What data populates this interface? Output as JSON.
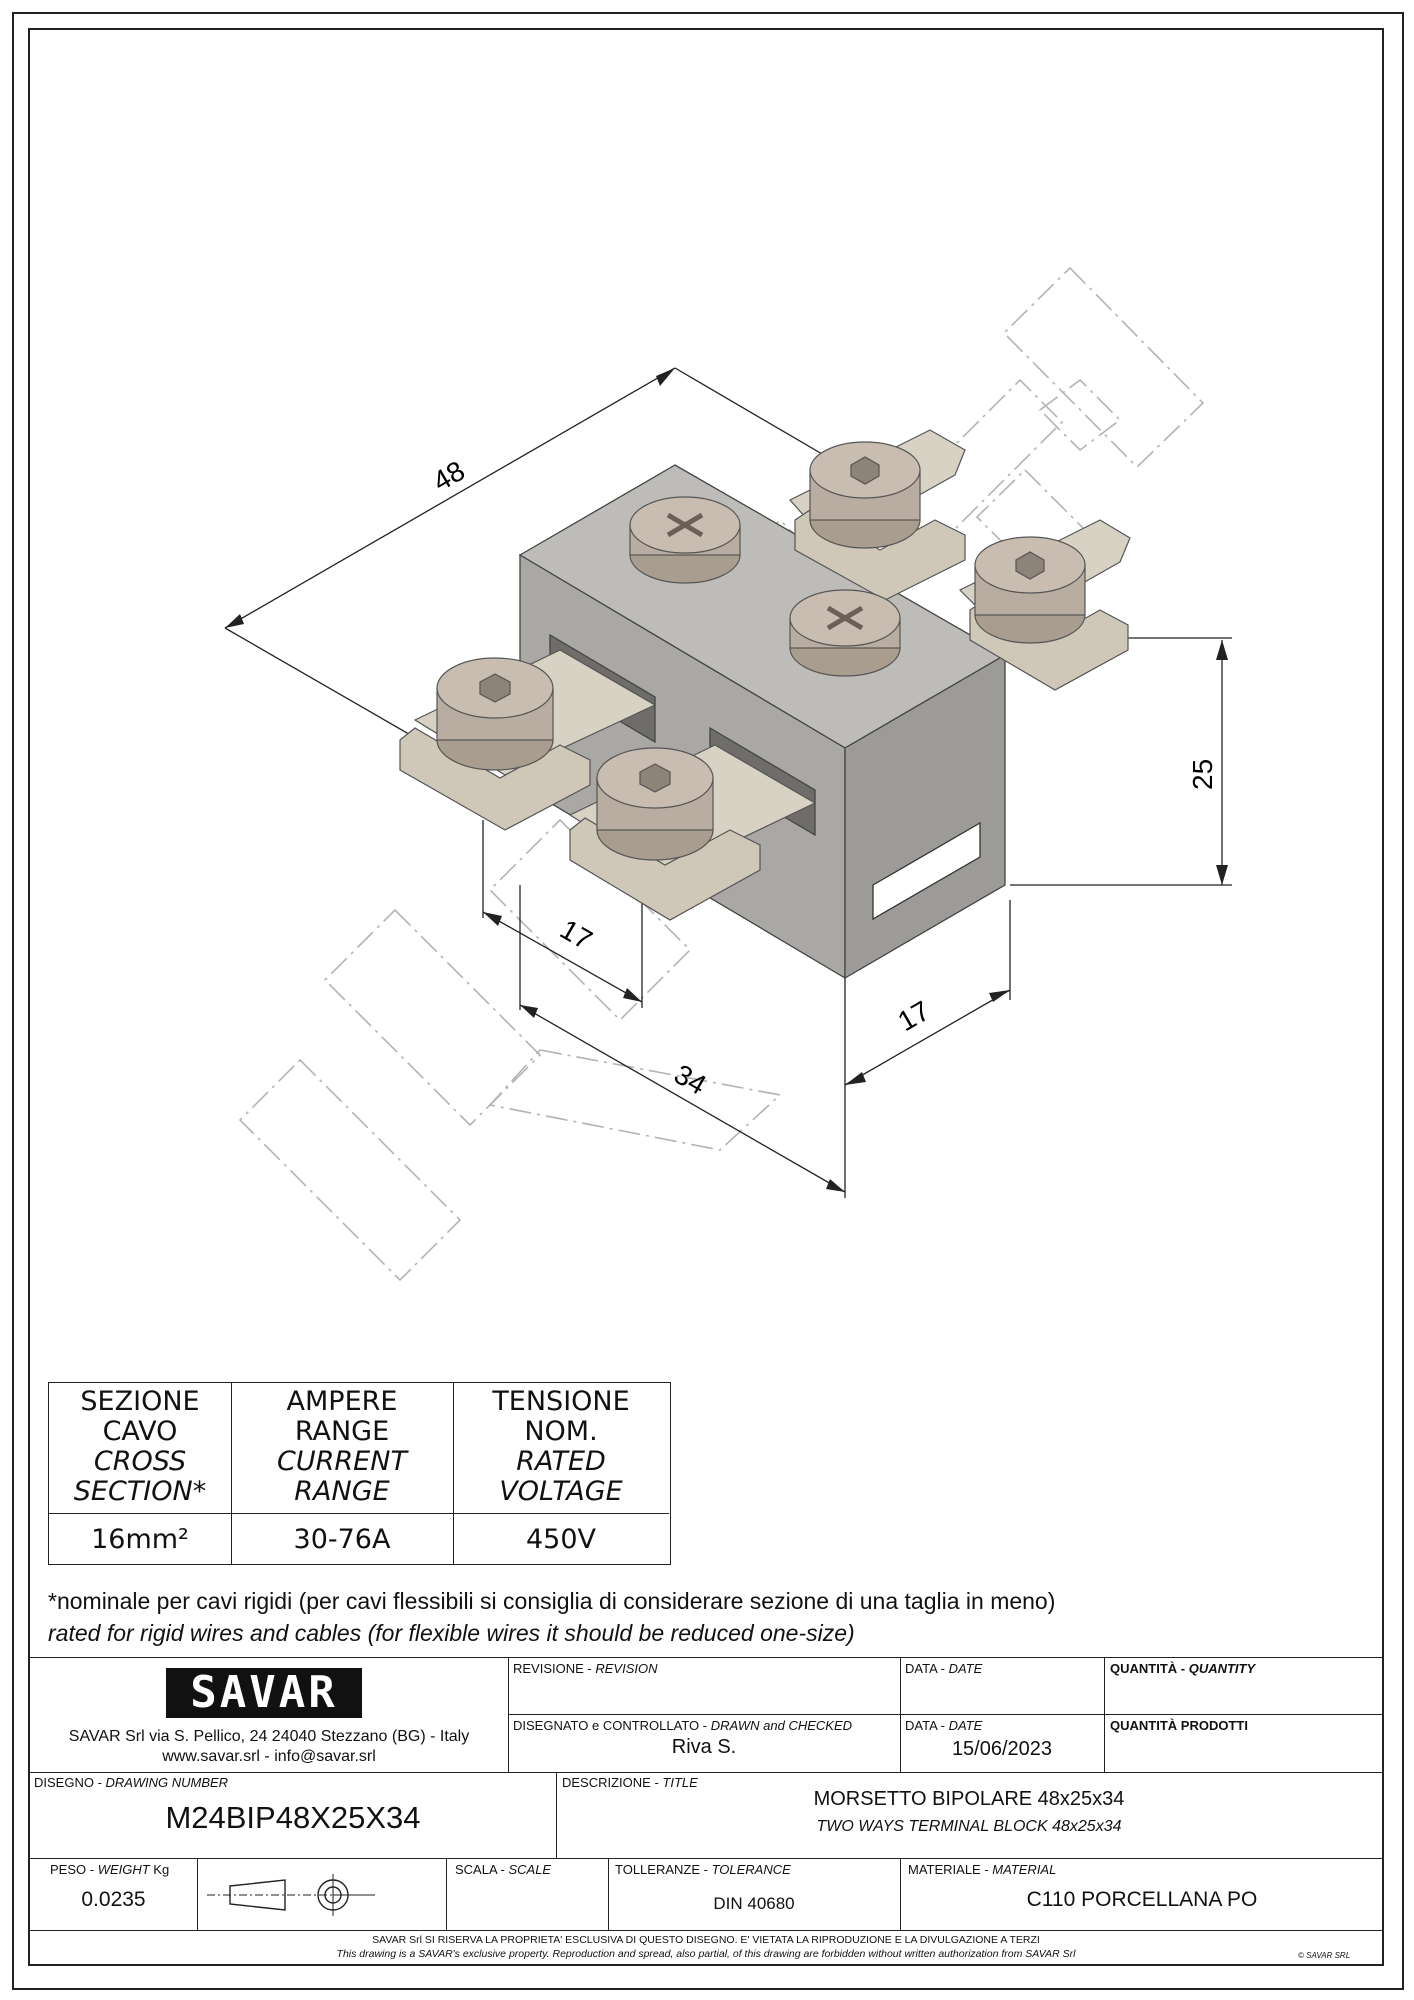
{
  "dimensions": {
    "length": "48",
    "height": "25",
    "pitch_top": "17",
    "width_front": "17",
    "width_bottom": "34"
  },
  "spec_table": {
    "headers": [
      {
        "it": "SEZIONE",
        "it2": "CAVO",
        "en": "CROSS",
        "en2": "SECTION*"
      },
      {
        "it": "AMPERE",
        "it2": "RANGE",
        "en": "CURRENT",
        "en2": "RANGE"
      },
      {
        "it": "TENSIONE",
        "it2": "NOM.",
        "en": "RATED",
        "en2": "VOLTAGE"
      }
    ],
    "values": [
      "16mm²",
      "30-76A",
      "450V"
    ]
  },
  "notes": {
    "it": "*nominale per cavi rigidi (per cavi flessibili si consiglia di considerare sezione di una taglia in meno)",
    "en": "rated for rigid wires and cables (for flexible wires it should be reduced one-size)"
  },
  "title_block": {
    "logo_text": "SAVAR",
    "company_line1": "SAVAR Srl via S. Pellico, 24  24040 Stezzano (BG) - Italy",
    "company_line2": "www.savar.srl  -  info@savar.srl",
    "revision_label": "REVISIONE - ",
    "revision_label_en": "REVISION",
    "date_label": "DATA - ",
    "date_label_en": "DATE",
    "quantity_label": "QUANTITÀ - ",
    "quantity_label_en": "QUANTITY",
    "drawn_label": "DISEGNATO e CONTROLLATO - ",
    "drawn_label_en": "DRAWN and CHECKED",
    "drawn_value": "Riva S.",
    "date2_label": "DATA - ",
    "date2_label_en": "DATE",
    "date_value": "15/06/2023",
    "qty_products_label": "QUANTITÀ  PRODOTTI",
    "drawing_number_label": "DISEGNO - ",
    "drawing_number_label_en": "DRAWING NUMBER",
    "drawing_number": "M24BIP48X25X34",
    "title_label": "DESCRIZIONE - ",
    "title_label_en": "TITLE",
    "title_it": "MORSETTO BIPOLARE 48x25x34",
    "title_en": "TWO WAYS TERMINAL BLOCK 48x25x34",
    "weight_label": "PESO - ",
    "weight_label_en": "WEIGHT",
    "weight_unit": " Kg",
    "weight_value": "0.0235",
    "scale_label": "SCALA - ",
    "scale_label_en": "SCALE",
    "tolerance_label": "TOLLERANZE - ",
    "tolerance_label_en": "TOLERANCE",
    "tolerance_value": "DIN 40680",
    "material_label": "MATERIALE - ",
    "material_label_en": "MATERIAL",
    "material_value": "C110 PORCELLANA PO",
    "footer_it": "SAVAR Srl SI RISERVA LA PROPRIETA' ESCLUSIVA DI QUESTO DISEGNO. E' VIETATA LA RIPRODUZIONE E LA DIVULGAZIONE A TERZI",
    "footer_en": "This drawing is a SAVAR's exclusive property. Reproduction and spread, also partial, of this drawing are forbidden without written authorization from SAVAR Srl",
    "copyright": "© SAVAR SRL"
  },
  "colors": {
    "body_top": "#bdbcb9",
    "body_left": "#a9a8a5",
    "body_right": "#9c9b98",
    "screw": "#b9aca0",
    "plate": "#d8d2c4",
    "watermark": "#b0b0b0",
    "line": "#222222"
  }
}
